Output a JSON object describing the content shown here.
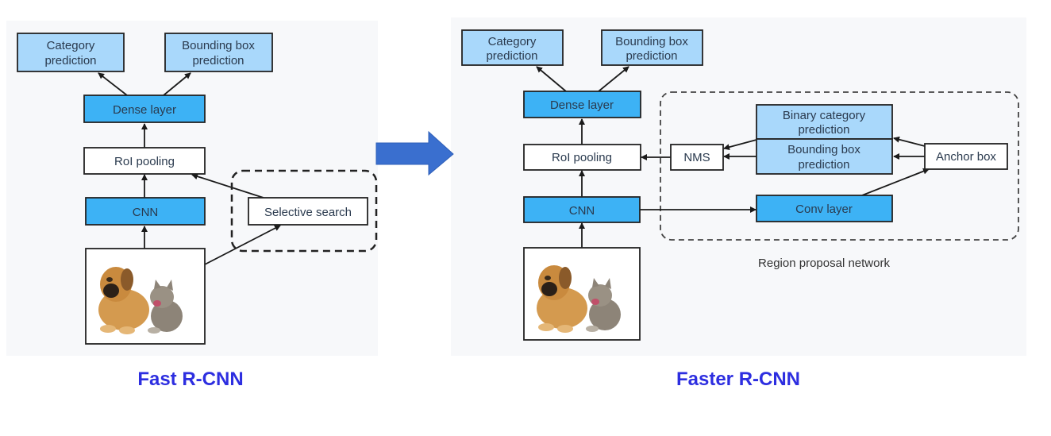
{
  "colors": {
    "panel_bg": "#f7f8fa",
    "light_blue_box": "#a9d8fb",
    "blue_box": "#3db2f5",
    "white_box": "#ffffff",
    "arrow_blue": "#3a6fcf",
    "title_blue": "#2d2ee0"
  },
  "fast_rcnn": {
    "title": "Fast R-CNN",
    "nodes": {
      "category_prediction": [
        "Category",
        "prediction"
      ],
      "bbox_prediction": [
        "Bounding box",
        "prediction"
      ],
      "dense_layer": "Dense layer",
      "roi_pooling": "RoI pooling",
      "cnn": "CNN",
      "selective_search": "Selective search",
      "input_image": "dog-and-cat-photo"
    }
  },
  "transition_arrow": "right-arrow-icon",
  "faster_rcnn": {
    "title": "Faster R-CNN",
    "nodes": {
      "category_prediction": [
        "Category",
        "prediction"
      ],
      "bbox_prediction": [
        "Bounding box",
        "prediction"
      ],
      "dense_layer": "Dense layer",
      "roi_pooling": "RoI pooling",
      "cnn": "CNN",
      "nms": "NMS",
      "binary_category_prediction": [
        "Binary category",
        "prediction"
      ],
      "rpn_bbox_prediction": [
        "Bounding box",
        "prediction"
      ],
      "anchor_box": "Anchor box",
      "conv_layer": "Conv layer",
      "input_image": "dog-and-cat-photo"
    },
    "rpn_caption": "Region proposal network"
  }
}
